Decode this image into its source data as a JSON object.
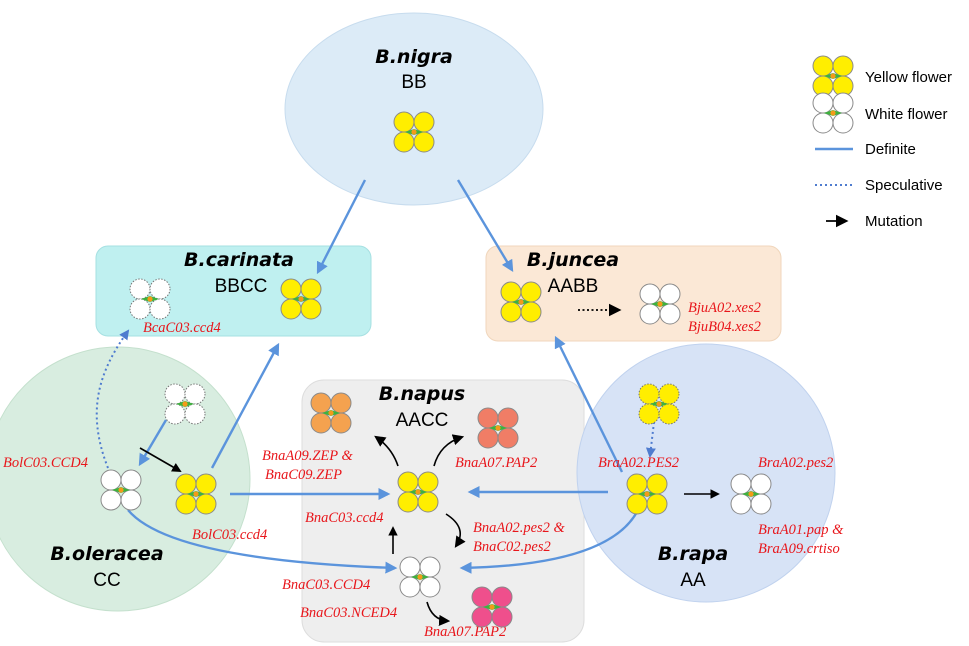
{
  "colors": {
    "yellow_petal": "#ffee00",
    "white_petal": "#ffffff",
    "orange_petal": "#f4a24f",
    "salmon_petal": "#f07d66",
    "pink_petal": "#ef4f8c",
    "center_green": "#3db33d",
    "definite_arrow": "#5b94dc",
    "speculative_arrow": "#4f7ccf",
    "mutation_arrow": "#000000",
    "gene_text": "#e8161b"
  },
  "species": {
    "nigra": {
      "name": "B.nigra",
      "genome": "BB"
    },
    "carinata": {
      "name": "B.carinata",
      "genome": "BBCC"
    },
    "juncea": {
      "name": "B.juncea",
      "genome": "AABB"
    },
    "napus": {
      "name": "B.napus",
      "genome": "AACC"
    },
    "oleracea": {
      "name": "B.oleracea",
      "genome": "CC"
    },
    "rapa": {
      "name": "B.rapa",
      "genome": "AA"
    }
  },
  "genes": {
    "bca_ccd4": "BcaC03.ccd4",
    "bju_xes2_a": "BjuA02.xes2",
    "bju_xes2_b": "BjuB04.xes2",
    "bol_CCD4": "BolC03.CCD4",
    "bol_ccd4": "BolC03.ccd4",
    "bna_zep_a": "BnaA09.ZEP &",
    "bna_zep_b": "BnaC09.ZEP",
    "bna_pap2_top": "BnaA07.PAP2",
    "bna_ccd4": "BnaC03.ccd4",
    "bna_pes2_a": "BnaA02.pes2 &",
    "bna_pes2_b": "BnaC02.pes2",
    "bna_CCD4": "BnaC03.CCD4",
    "bna_nced4": "BnaC03.NCED4",
    "bna_pap2_bottom": "BnaA07.PAP2",
    "bra_PES2": "BraA02.PES2",
    "bra_pes2": "BraA02.pes2",
    "bra_pap": "BraA01.pap &",
    "bra_crtiso": "BraA09.crtiso"
  },
  "legend": {
    "yellow": "Yellow flower",
    "white": "White flower",
    "definite": "Definite",
    "speculative": "Speculative",
    "mutation": "Mutation"
  }
}
